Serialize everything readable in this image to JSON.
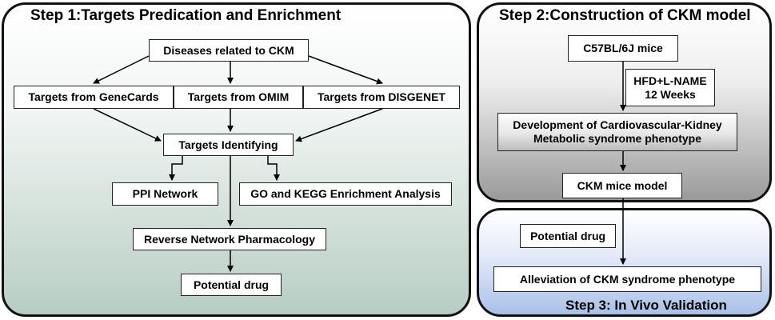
{
  "step1": {
    "title": "Step 1:Targets Predication and Enrichment",
    "diseases": "Diseases related to CKM",
    "genecards": "Targets from GeneCards",
    "omim": "Targets from OMIM",
    "disgenet": "Targets from DISGENET",
    "identifying": "Targets Identifying",
    "ppi": "PPI Network",
    "go_kegg": "GO and KEGG Enrichment Analysis",
    "reverse": "Reverse Network Pharmacology",
    "potential": "Potential drug"
  },
  "step2": {
    "title": "Step 2:Construction of CKM model",
    "mice": "C57BL/6J mice",
    "hfd_line1": "HFD+L-NAME",
    "hfd_line2": "12 Weeks",
    "dev_line1": "Development of Cardiovascular-Kidney",
    "dev_line2": "Metabolic syndrome phenotype",
    "model": "CKM mice model"
  },
  "step3": {
    "title": "Step 3: In Vivo Validation",
    "potential": "Potential drug",
    "alleviation": "Alleviation of  CKM syndrome phenotype"
  },
  "colors": {
    "step1_panel": "#b7cdc3",
    "step2_panel": "#9a9a9a",
    "step3_panel": "#a9c1e8"
  }
}
